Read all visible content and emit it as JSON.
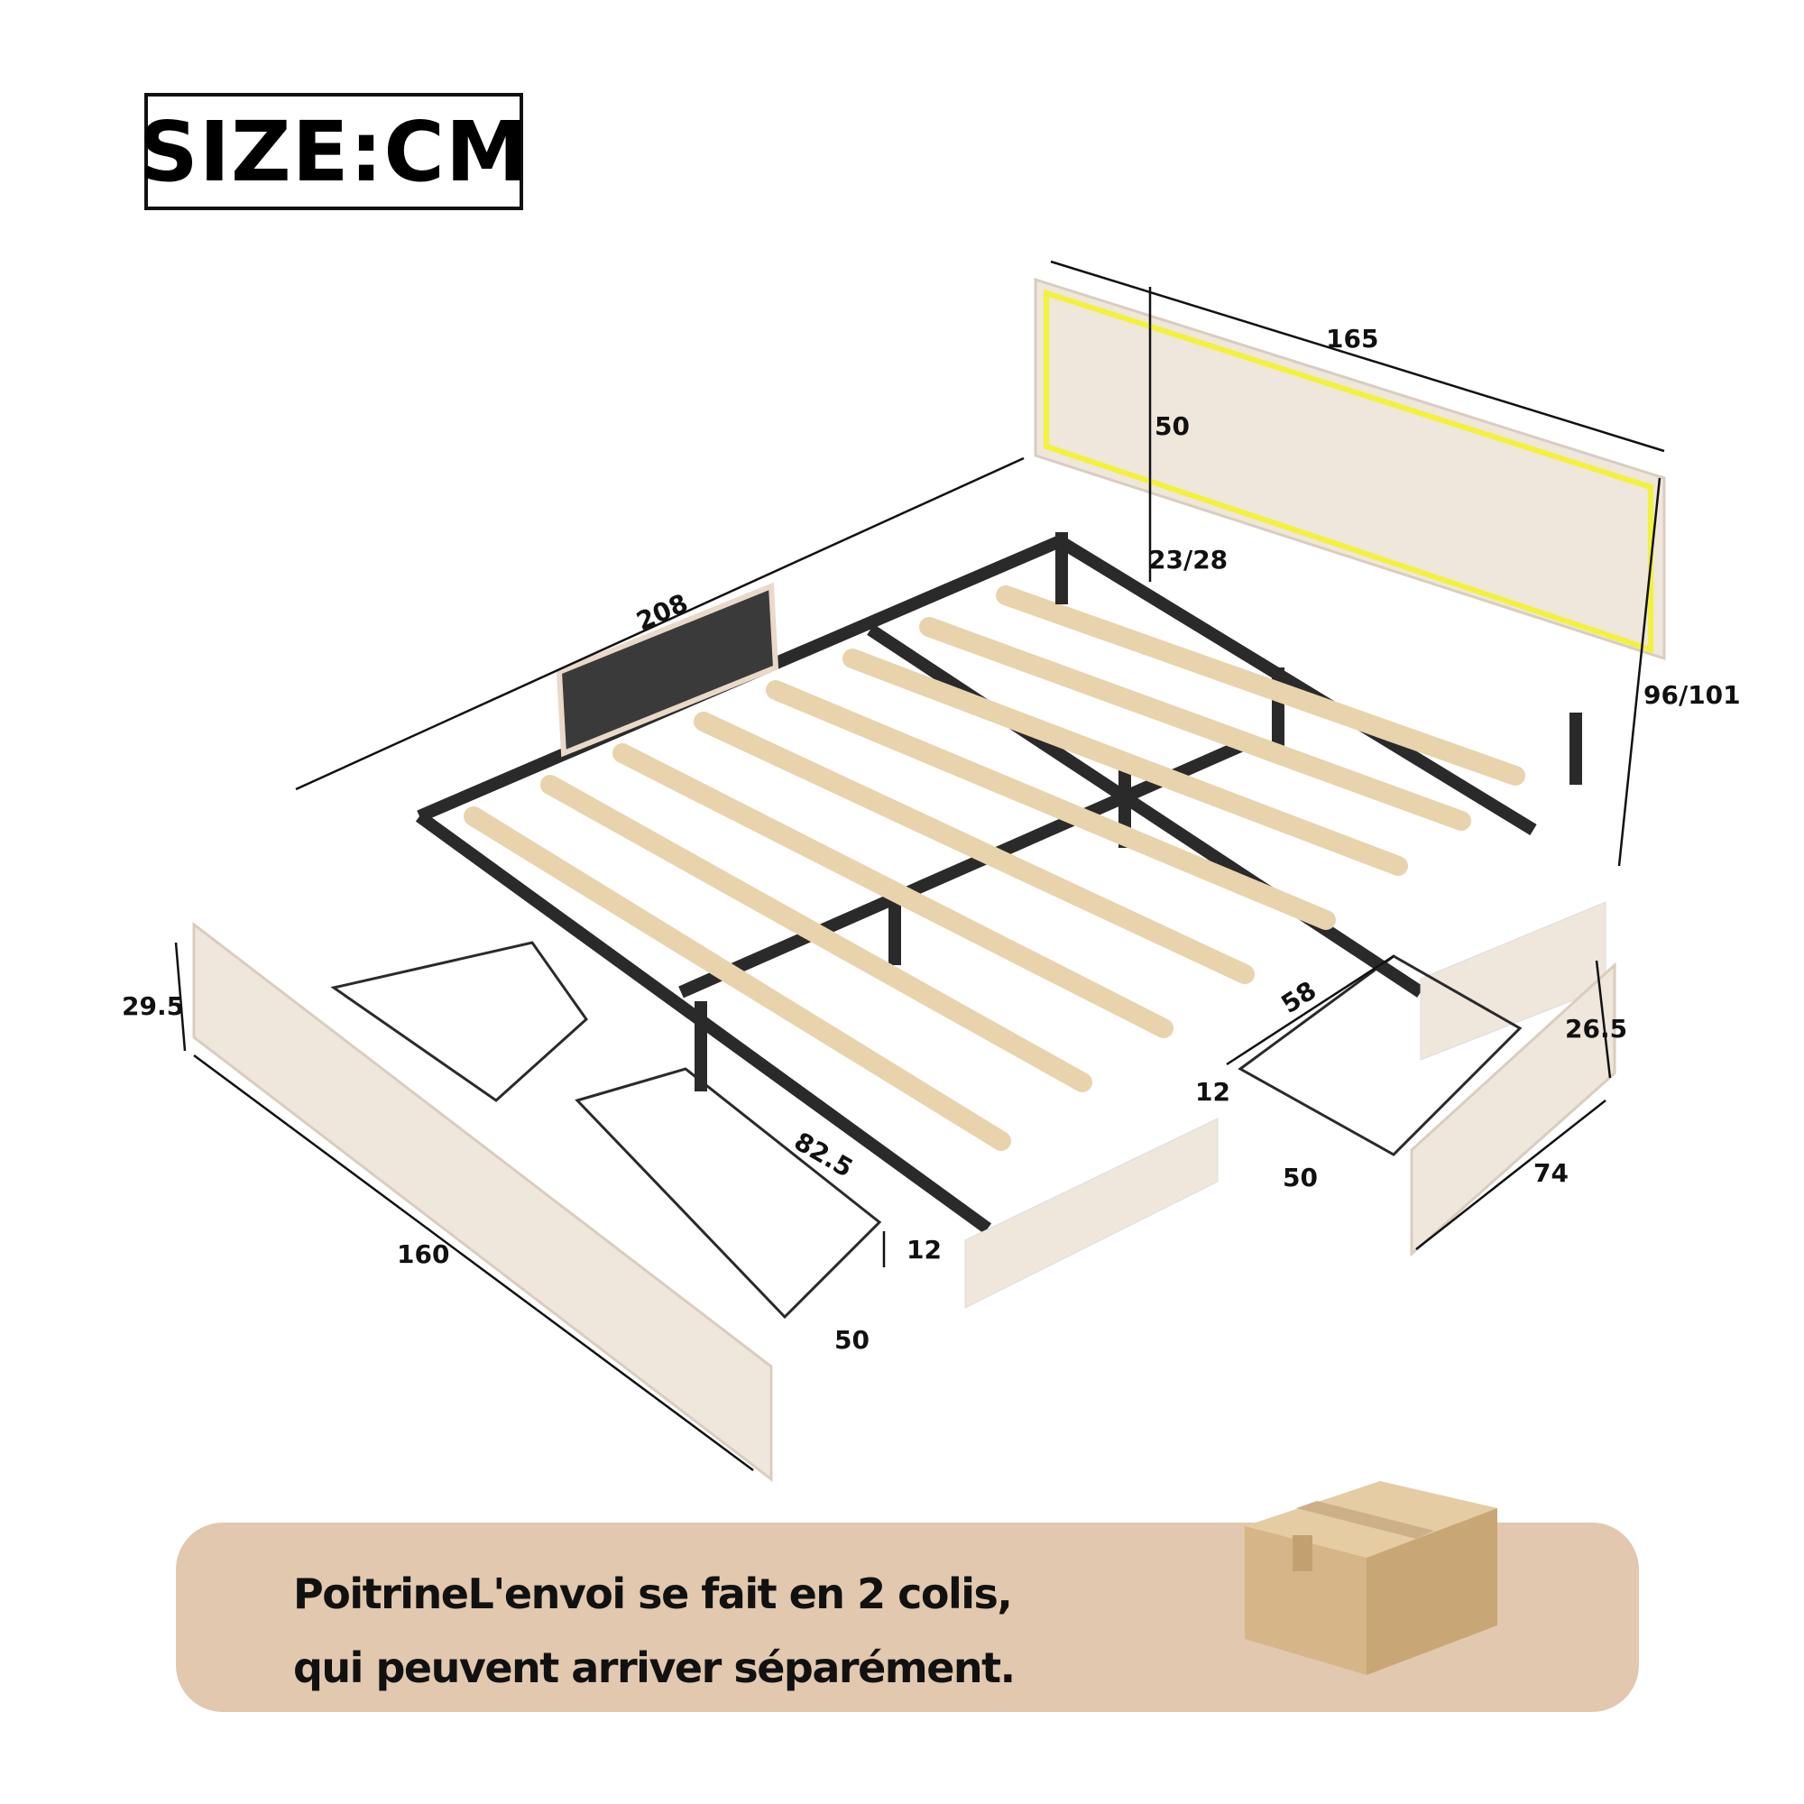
{
  "title": "SIZE:CM",
  "dimensions": {
    "headboard_width": "165",
    "headboard_height": "50",
    "leg_clearance": "23/28",
    "total_height": "96/101",
    "bed_length": "208",
    "left_drawer_front_height": "29.5",
    "left_drawer_front_length": "160",
    "left_basket_length": "82.5",
    "left_basket_height": "12",
    "left_basket_width": "50",
    "right_basket_length": "58",
    "right_basket_height": "12",
    "right_basket_width": "50",
    "right_drawer_front_height": "26.5",
    "right_drawer_front_length": "74"
  },
  "banner": {
    "line1": "PoitrineL'envoi se fait en 2 colis,",
    "line2": "qui peuvent arriver séparément.",
    "icon": "cardboard-box-icon"
  },
  "colors": {
    "upholstery": "#efe6dc",
    "led": "#f2f23a",
    "frame": "#2a2a2a",
    "slat": "#e9d3ad",
    "banner_bg": "#e2c8ae",
    "box": "#d6b689"
  }
}
